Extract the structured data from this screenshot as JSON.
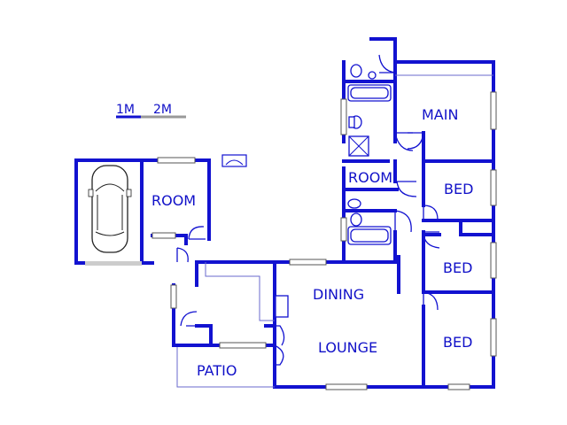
{
  "scale": {
    "one": "1M",
    "two": "2M"
  },
  "rooms": {
    "main": "MAIN",
    "room_upper": "ROOM",
    "bed_1": "BED",
    "bed_2": "BED",
    "bed_3": "BED",
    "room_left": "ROOM",
    "dining": "DINING",
    "lounge": "LOUNGE",
    "patio": "PATIO"
  },
  "colors": {
    "wall": "#1212d0",
    "text": "#1010c8"
  }
}
